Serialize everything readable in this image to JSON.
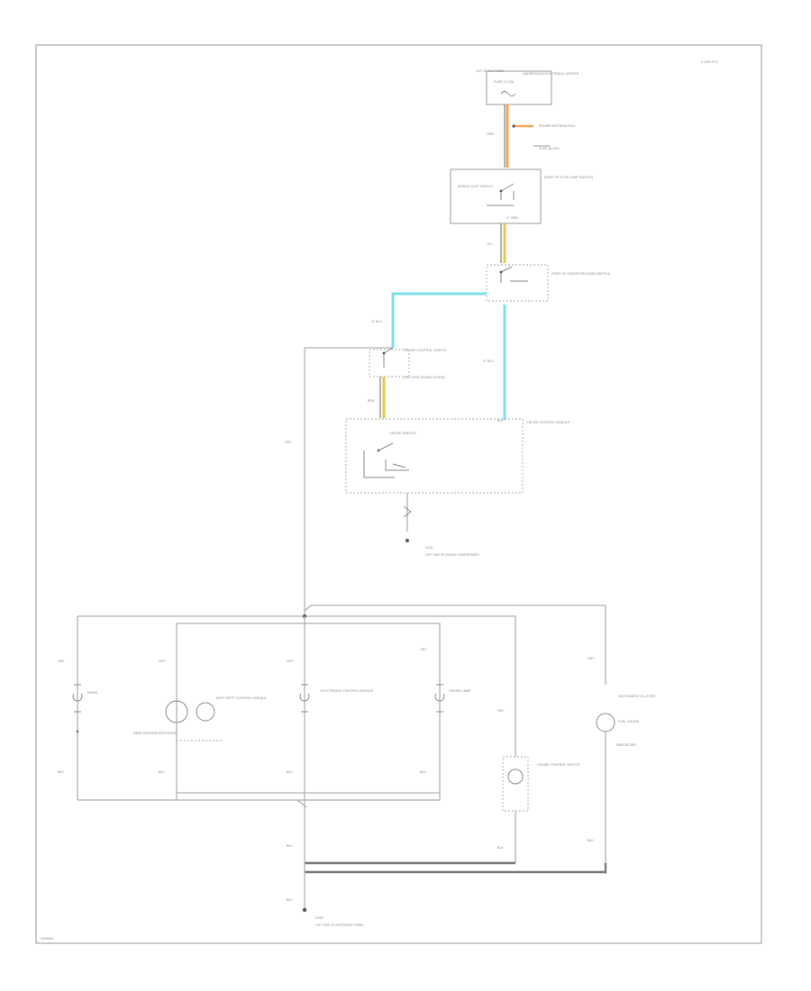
{
  "diagram": {
    "corner_label": "L 1994 HTX",
    "footer_code": "SWE894",
    "colors": {
      "orange": "#f5a55a",
      "cyan": "#7ddfe8",
      "yellow": "#e8c84a",
      "wire": "#b0b0b0"
    },
    "labels": {
      "hot_at_all_times": "HOT AT ALL TIMES",
      "top_fuse": "FUSE 12 15A",
      "top_block": "UNDERHOOD ELECTRICAL CENTER",
      "wire_top": "ORN",
      "power_dist": "POWER DISTRIBUTION",
      "fuse_block": "FUSE BLOCK",
      "switch1_name": "BRAKE LIGHT SWITCH",
      "switch1_desc": "(PART OF STOP LAMP SWITCH)",
      "wire_s1": "LT GRN",
      "wire_yel": "YEL",
      "switch2_desc": "(PART OF CRUISE RELEASE SWITCH)",
      "wire_cyan_left": "LT BLU",
      "wire_cyan_right": "LT BLU",
      "switch3_name": "CRUISE CONTROL SWITCH",
      "switch3_desc": "(ON TURN SIGNAL LEVER)",
      "wire_yel2": "BRN",
      "module_name": "CRUISE MODULE",
      "module_right": "CRUISE CONTROL MODULE",
      "module_pin": "BLK",
      "ground_top": "G101",
      "ground_top_desc": "LEFT SIDE OF ENGINE COMPARTMENT",
      "wire_left": "GRY",
      "comp1": "TRANS",
      "comp2": "ANTI-THEFT CONTROL MODULE",
      "comp2_sub": "REAR WINDOW DEFOGGER",
      "comp3": "ELECTRONIC CONTROL MODULE",
      "comp4": "CRUISE LAMP",
      "comp5": "CRUISE CONTROL SWITCH",
      "comp6": "INSTRUMENT CLUSTER",
      "comp6_sub": "FUEL GAUGE",
      "comp6_note": "INDICATORS",
      "wire_gry": "GRY",
      "wire_blk": "BLK",
      "ground_bottom": "G200",
      "ground_bottom_desc": "LEFT SIDE OF INSTRUMENT PANEL"
    }
  }
}
